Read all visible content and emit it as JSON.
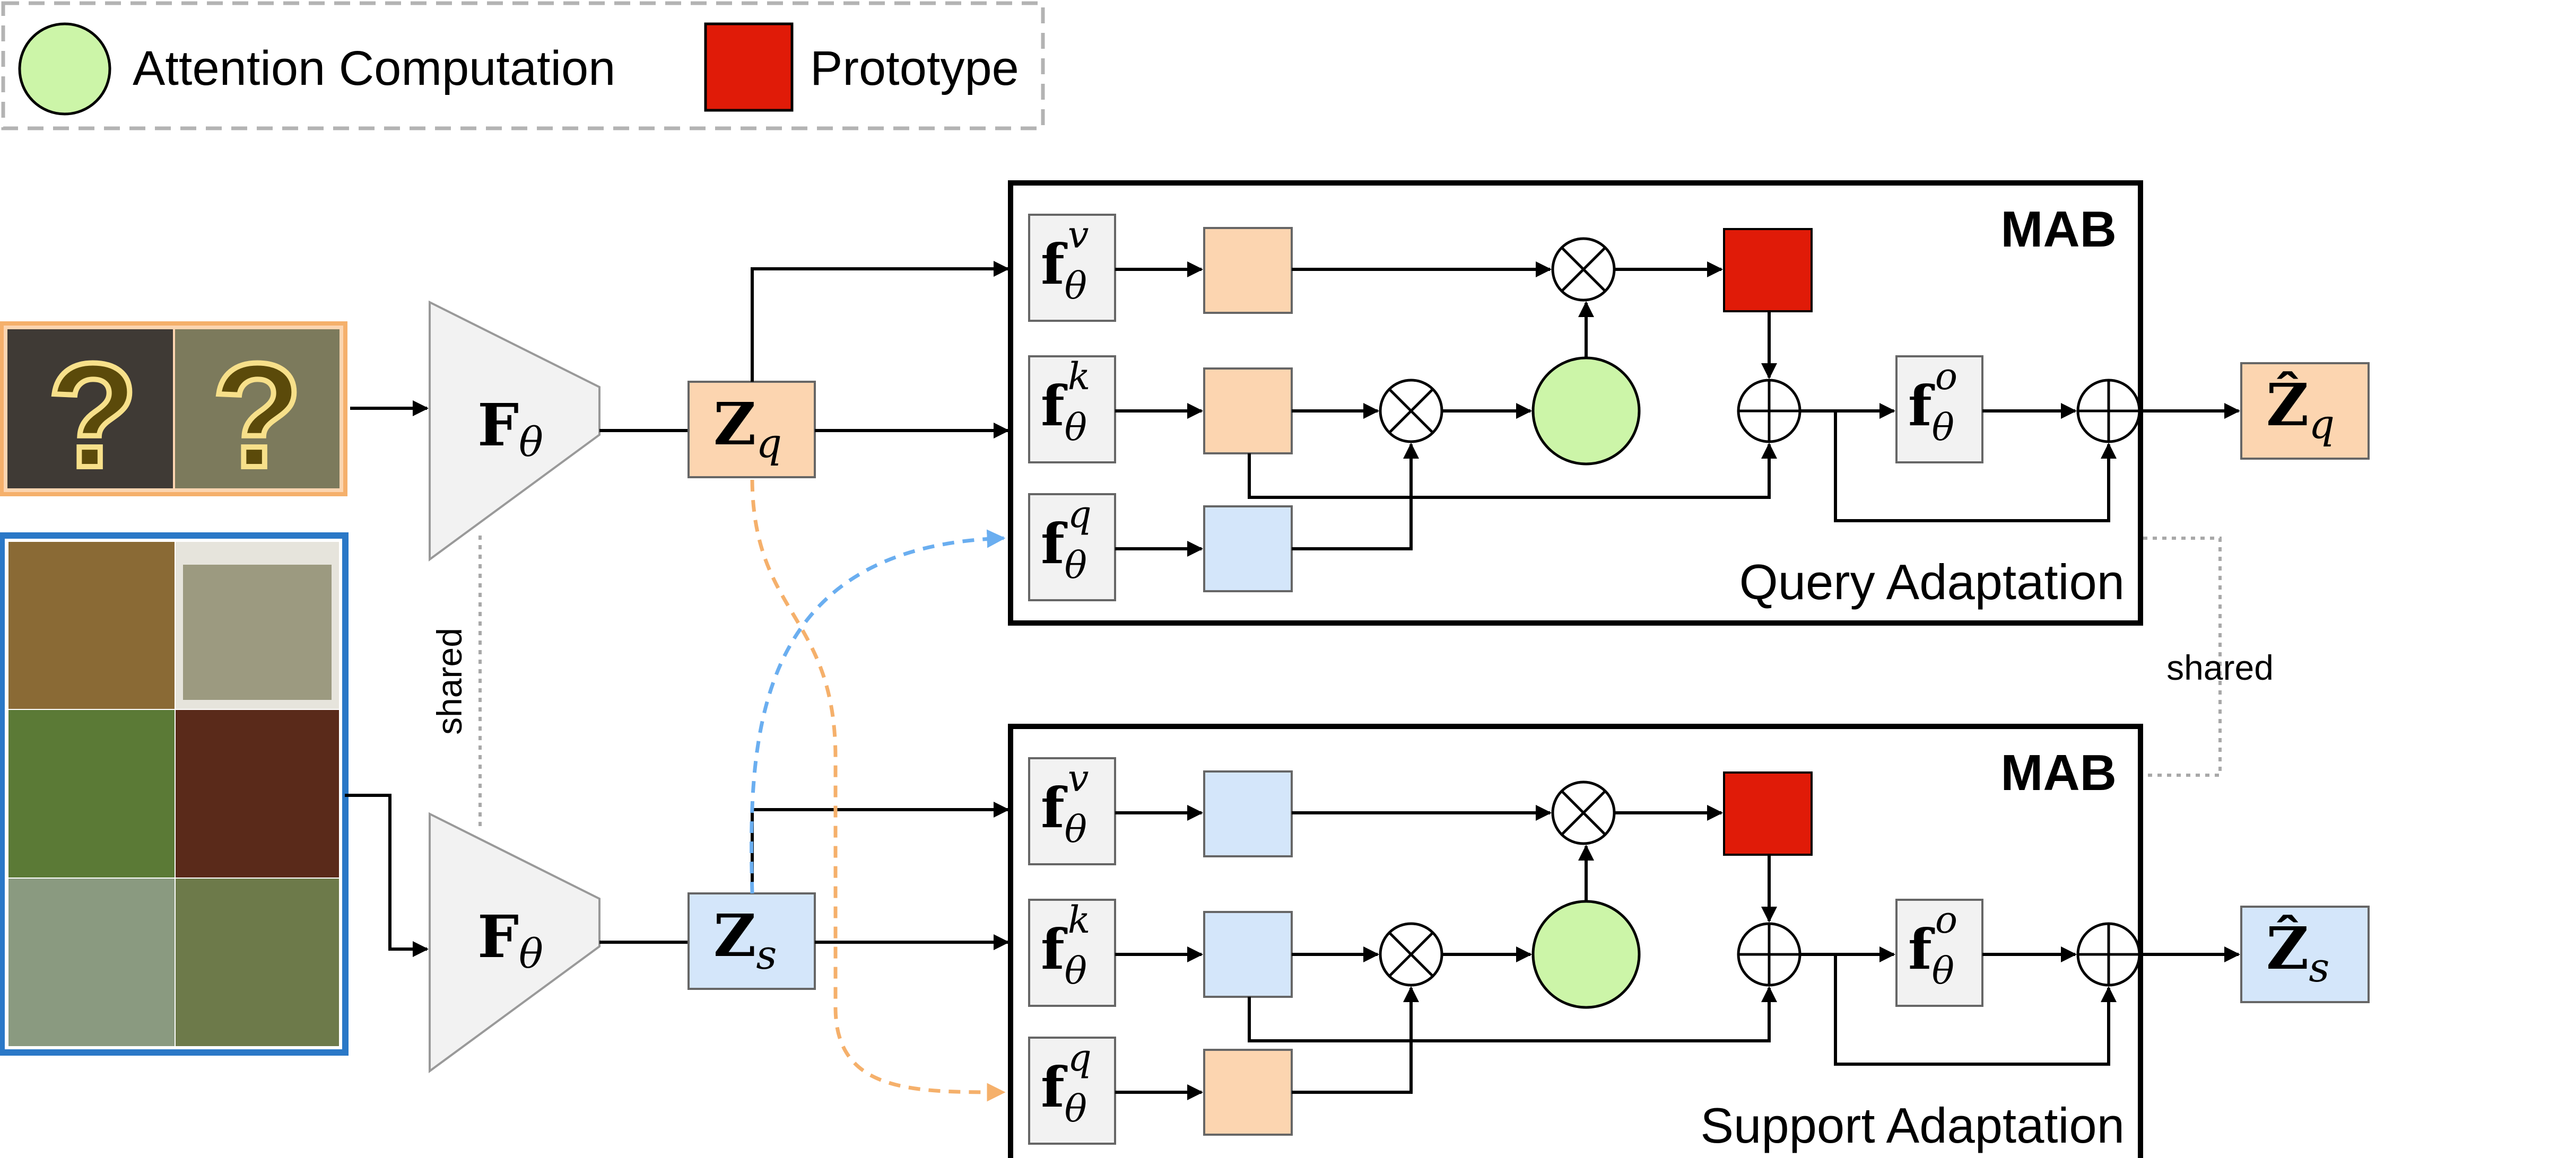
{
  "legend": {
    "attention_label": "Attention Computation",
    "prototype_label": "Prototype"
  },
  "colors": {
    "query": "#fcd5b0",
    "support": "#d4e6fa",
    "attention": "#ccf5a8",
    "prototype": "#e01b08",
    "module_fill": "#f2f2f2",
    "arrow": "#000000",
    "query_dash": "#f5b06b",
    "support_dash": "#6aaef0",
    "shared_line": "#a8a8a8"
  },
  "backbone": {
    "symbol": "F",
    "subscript": "θ",
    "shared_label": "shared"
  },
  "features": {
    "query_symbol": "Z",
    "query_subscript": "q",
    "support_symbol": "Z",
    "support_subscript": "s",
    "output_query_symbol": "Ẑ",
    "output_query_subscript": "q",
    "output_support_symbol": "Ẑ",
    "output_support_subscript": "s"
  },
  "mab_blocks": {
    "title": "MAB",
    "query_caption": "Query Adaptation",
    "support_caption": "Support Adaptation",
    "shared_label": "shared",
    "projections": {
      "symbol": "f",
      "subscript": "θ",
      "value_sup": "v",
      "key_sup": "k",
      "query_sup": "q",
      "output_sup": "o"
    },
    "ops": {
      "multiply": "⊗",
      "add": "⊕"
    }
  },
  "images": {
    "query_marks": [
      "?",
      "?"
    ]
  }
}
